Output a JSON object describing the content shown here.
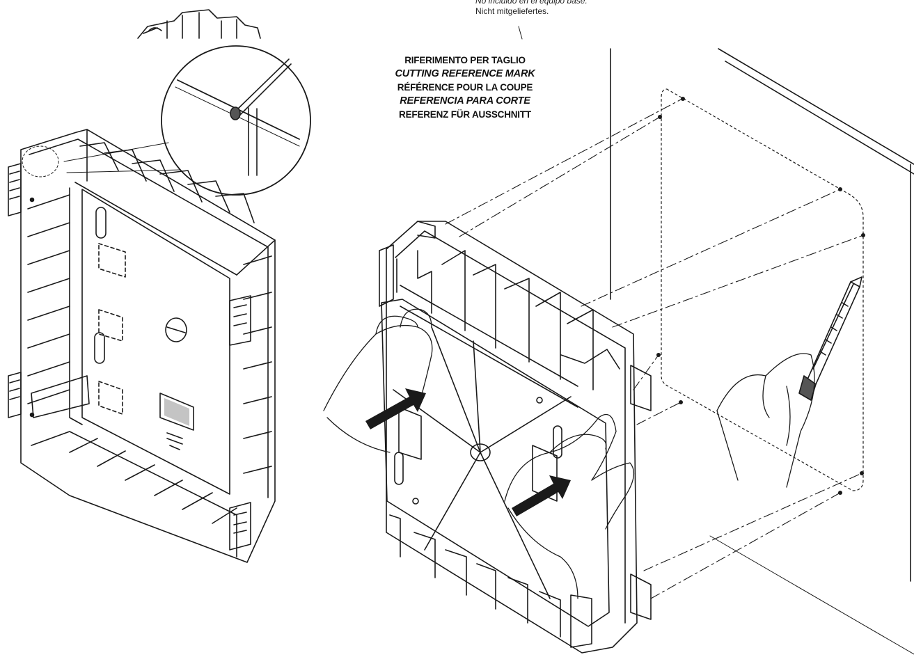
{
  "note": {
    "line_es": "No incluido en el equipo base.",
    "line_de": "Nicht mitgeliefertes."
  },
  "reference_label": {
    "it": "RIFERIMENTO PER TAGLIO",
    "en": "CUTTING REFERENCE MARK",
    "fr": "RÉFÉRENCE POUR LA COUPE",
    "es": "REFERENCIA PARA CORTE",
    "de": "REFERENZ FÜR AUSSCHNITT"
  },
  "colors": {
    "line": "#1a1a1a",
    "shade": "#555555",
    "background": "#ffffff"
  }
}
